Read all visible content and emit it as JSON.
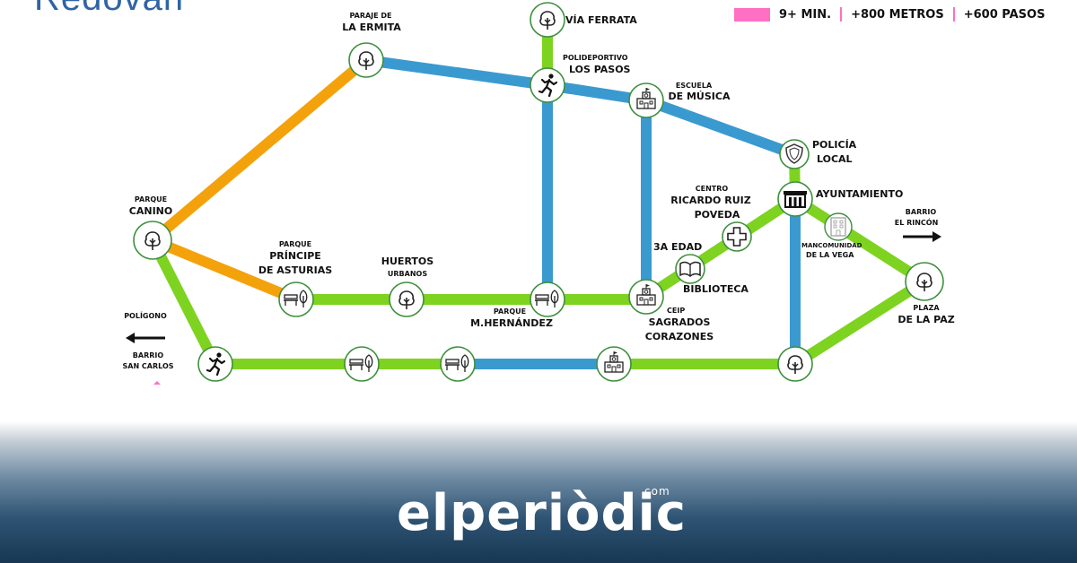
{
  "header": {
    "title": "Redován"
  },
  "legend": {
    "time": "9+ MIN.",
    "distance": "+800 METROS",
    "steps": "+600 PASOS",
    "color": "#ff6fc3"
  },
  "colors": {
    "orange": "#f4a20c",
    "blue": "#3a9ad0",
    "green": "#7ed321",
    "node_border": "#3e8f3e"
  },
  "map": {
    "labels": {
      "paraje_1": "PARAJE DE",
      "paraje_2": "LA ERMITA",
      "via_ferrata": "VÍA FERRATA",
      "poli_1": "POLIDEPORTIVO",
      "poli_2": "LOS PASOS",
      "escuela_1": "ESCUELA",
      "escuela_2": "DE MÚSICA",
      "policia_1": "POLICÍA",
      "policia_2": "LOCAL",
      "ayuntamiento": "AYUNTAMIENTO",
      "centro_1": "CENTRO",
      "centro_2": "RICARDO RUIZ",
      "centro_3": "POVEDA",
      "tercera_edad": "3A EDAD",
      "biblioteca": "BIBLIOTECA",
      "canino_1": "PARQUE",
      "canino_2": "CANINO",
      "principe_1": "PARQUE",
      "principe_2": "PRÍNCIPE",
      "principe_3": "DE ASTURIAS",
      "huertos_1": "HUERTOS",
      "huertos_2": "URBANOS",
      "hernandez_1": "PARQUE",
      "hernandez_2": "M.HERNÁNDEZ",
      "ceip_1": "CEIP",
      "ceip_2": "SAGRADOS",
      "ceip_3": "CORAZONES",
      "mancomunidad_1": "MANCOMUNIDAD",
      "mancomunidad_2": "DE LA VEGA",
      "rincon_1": "BARRIO",
      "rincon_2": "EL RINCÓN",
      "plaza_1": "PLAZA",
      "plaza_2": "DE LA PAZ",
      "poligono": "POLÍGONO",
      "sancarlos_1": "BARRIO",
      "sancarlos_2": "SAN CARLOS"
    }
  },
  "footer": {
    "brand": "elperiòdic",
    "brand_suffix": "com"
  }
}
